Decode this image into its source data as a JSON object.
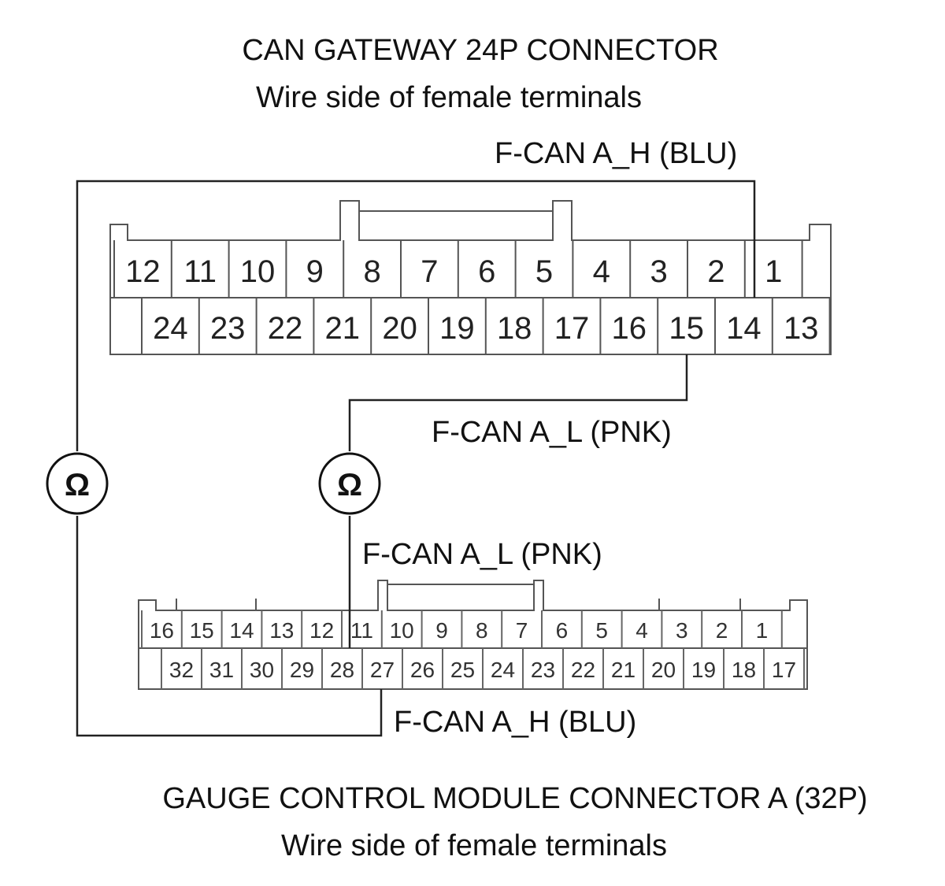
{
  "gateway": {
    "title": "CAN GATEWAY 24P CONNECTOR",
    "subtitle": "Wire side of female terminals",
    "top_row": [
      "12",
      "11",
      "10",
      "9",
      "8",
      "7",
      "6",
      "5",
      "4",
      "3",
      "2",
      "1"
    ],
    "bottom_row": [
      "24",
      "23",
      "22",
      "21",
      "20",
      "19",
      "18",
      "17",
      "16",
      "15",
      "14",
      "13"
    ]
  },
  "gauge": {
    "title": "GAUGE CONTROL MODULE CONNECTOR A (32P)",
    "subtitle": "Wire side of female terminals",
    "top_row": [
      "16",
      "15",
      "14",
      "13",
      "12",
      "11",
      "10",
      "9",
      "8",
      "7",
      "6",
      "5",
      "4",
      "3",
      "2",
      "1"
    ],
    "bottom_row": [
      "32",
      "31",
      "30",
      "29",
      "28",
      "27",
      "26",
      "25",
      "24",
      "23",
      "22",
      "21",
      "20",
      "19",
      "18",
      "17"
    ]
  },
  "wires": {
    "gw_high": "F-CAN A_H (BLU)",
    "gw_low": "F-CAN A_L (PNK)",
    "gauge_low": "F-CAN A_L (PNK)",
    "gauge_high": "F-CAN A_H (BLU)"
  },
  "meters": {
    "left_symbol": "Ω",
    "right_symbol": "Ω"
  }
}
